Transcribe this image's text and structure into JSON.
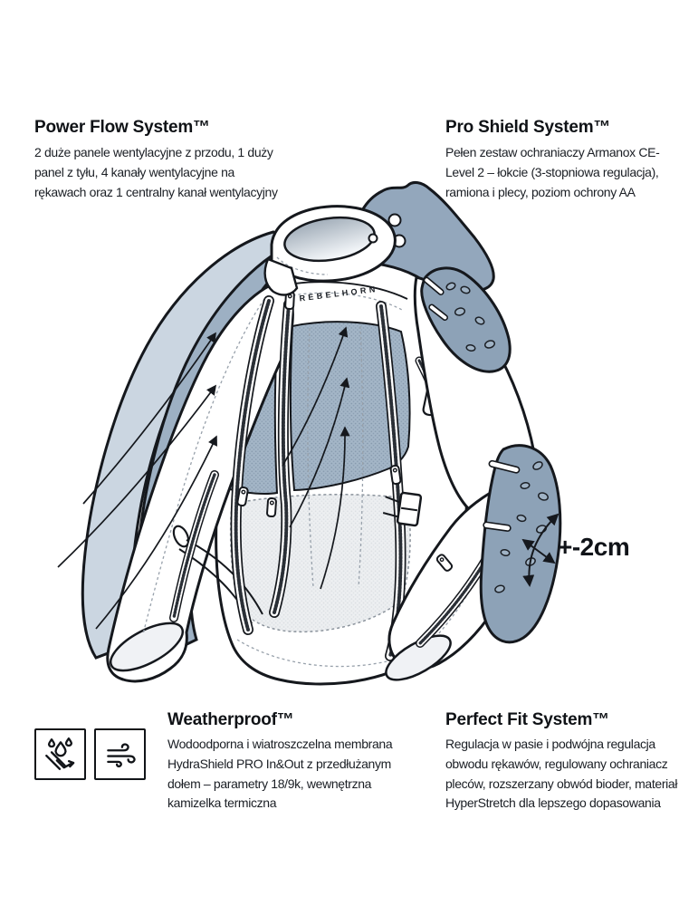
{
  "features": {
    "power_flow": {
      "title": "Power Flow System™",
      "lines": [
        "2 duże panele wentylacyjne z przodu, 1 duży",
        "panel z tyłu, 4 kanały wentylacyjne na",
        "rękawach oraz 1 centralny kanał wentylacyjny"
      ]
    },
    "pro_shield": {
      "title": "Pro Shield System™",
      "lines": [
        "Pełen zestaw ochraniaczy Armanox CE-",
        "Level 2 – łokcie (3-stopniowa regulacja),",
        "ramiona i plecy, poziom ochrony AA"
      ]
    },
    "weatherproof": {
      "title": "Weatherproof™",
      "lines": [
        "Wodoodporna i wiatroszczelna membrana",
        "HydraShield PRO In&Out z przedłużanym",
        "dołem – parametry 18/9k, wewnętrzna",
        "kamizelka termiczna"
      ],
      "icons": [
        "water-repellent-icon",
        "windproof-icon"
      ]
    },
    "perfect_fit": {
      "title": "Perfect Fit System™",
      "lines": [
        "Regulacja w pasie i podwójna regulacja",
        "obwodu rękawów, regulowany ochraniacz",
        "pleców, rozszerzany obwód bioder, materiał",
        "HyperStretch dla lepszego dopasowania"
      ]
    }
  },
  "illustration": {
    "brand_logo": "REBELHORN",
    "adjustment_label": "+-2cm",
    "colors": {
      "outline": "#15181d",
      "protector": "#8da2b7",
      "layer_light": "#cbd6e1",
      "layer_dark": "#9db0c3",
      "mesh": "#a4b6c7",
      "mesh_light": "#eceef0",
      "jacket": "#ffffff"
    }
  }
}
